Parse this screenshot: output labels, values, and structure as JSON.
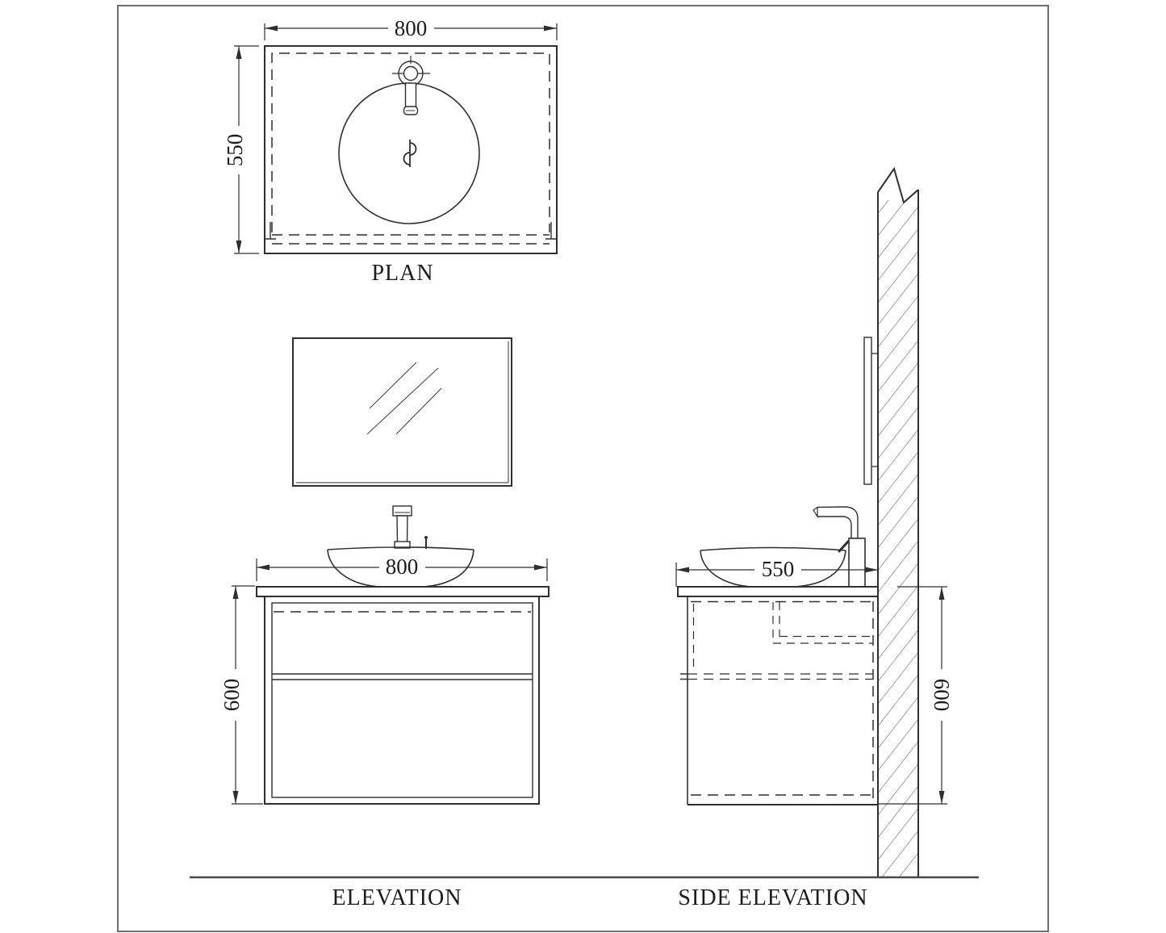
{
  "drawing": {
    "frame_color": "#6e6e6e",
    "line_color": "#2f2f2f",
    "views": {
      "plan": {
        "label": "PLAN",
        "dim_width": "800",
        "dim_depth": "550"
      },
      "elevation": {
        "label": "ELEVATION",
        "dim_width": "800",
        "dim_height": "600"
      },
      "side_elevation": {
        "label": "SIDE ELEVATION",
        "dim_depth": "550",
        "dim_height": "600"
      }
    }
  }
}
